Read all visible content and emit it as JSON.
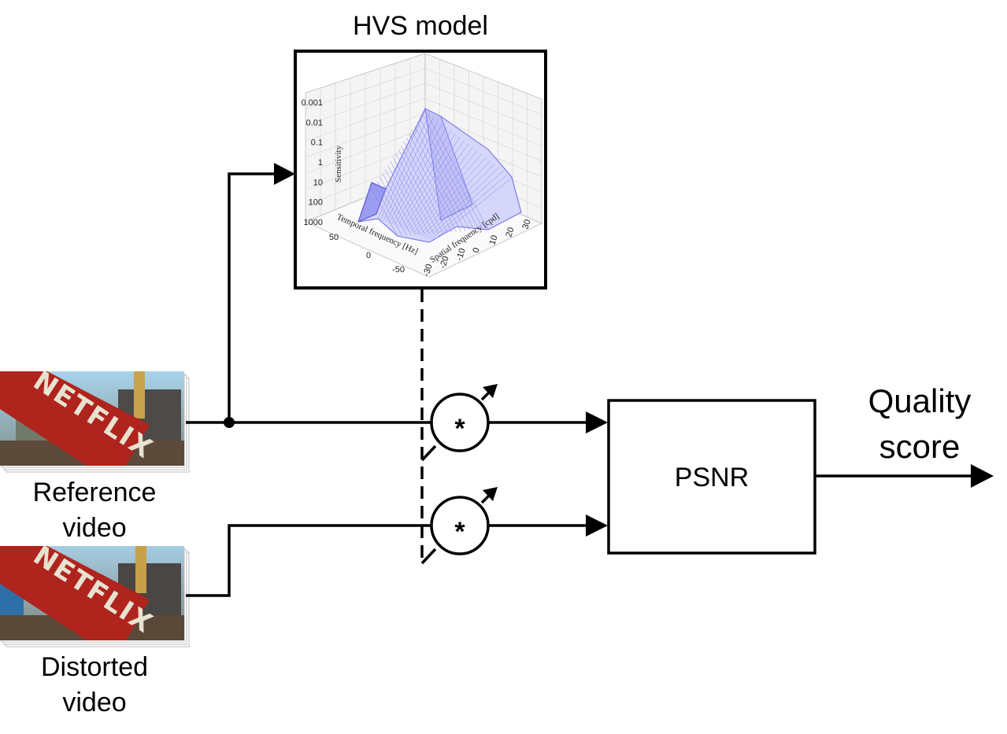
{
  "hvs_model": {
    "title": "HVS model",
    "plot": {
      "z_label": "Sensitivity",
      "z_ticks": [
        "0.001",
        "0.01",
        "0.1",
        "1",
        "10",
        "100",
        "1000"
      ],
      "temporal_label": "Temporal frequency [Hz]",
      "temporal_ticks": [
        "50",
        "0",
        "-50"
      ],
      "spatial_label": "Spatial frequency [cpd]",
      "spatial_ticks": [
        "-30",
        "-20",
        "-10",
        "0",
        "10",
        "20",
        "30"
      ]
    }
  },
  "inputs": {
    "reference": {
      "label_line1": "Reference",
      "label_line2": "video",
      "logo_text": "NETFLIX"
    },
    "distorted": {
      "label_line1": "Distorted",
      "label_line2": "video",
      "logo_text": "NETFLIX"
    }
  },
  "multipliers": {
    "top_symbol": "*",
    "bottom_symbol": "*"
  },
  "psnr": {
    "label": "PSNR"
  },
  "output": {
    "label_line1": "Quality",
    "label_line2": "score"
  },
  "colors": {
    "surface": "#6a6ae6",
    "logo_red": "#b0241e",
    "sky": "#9ec6e0"
  }
}
